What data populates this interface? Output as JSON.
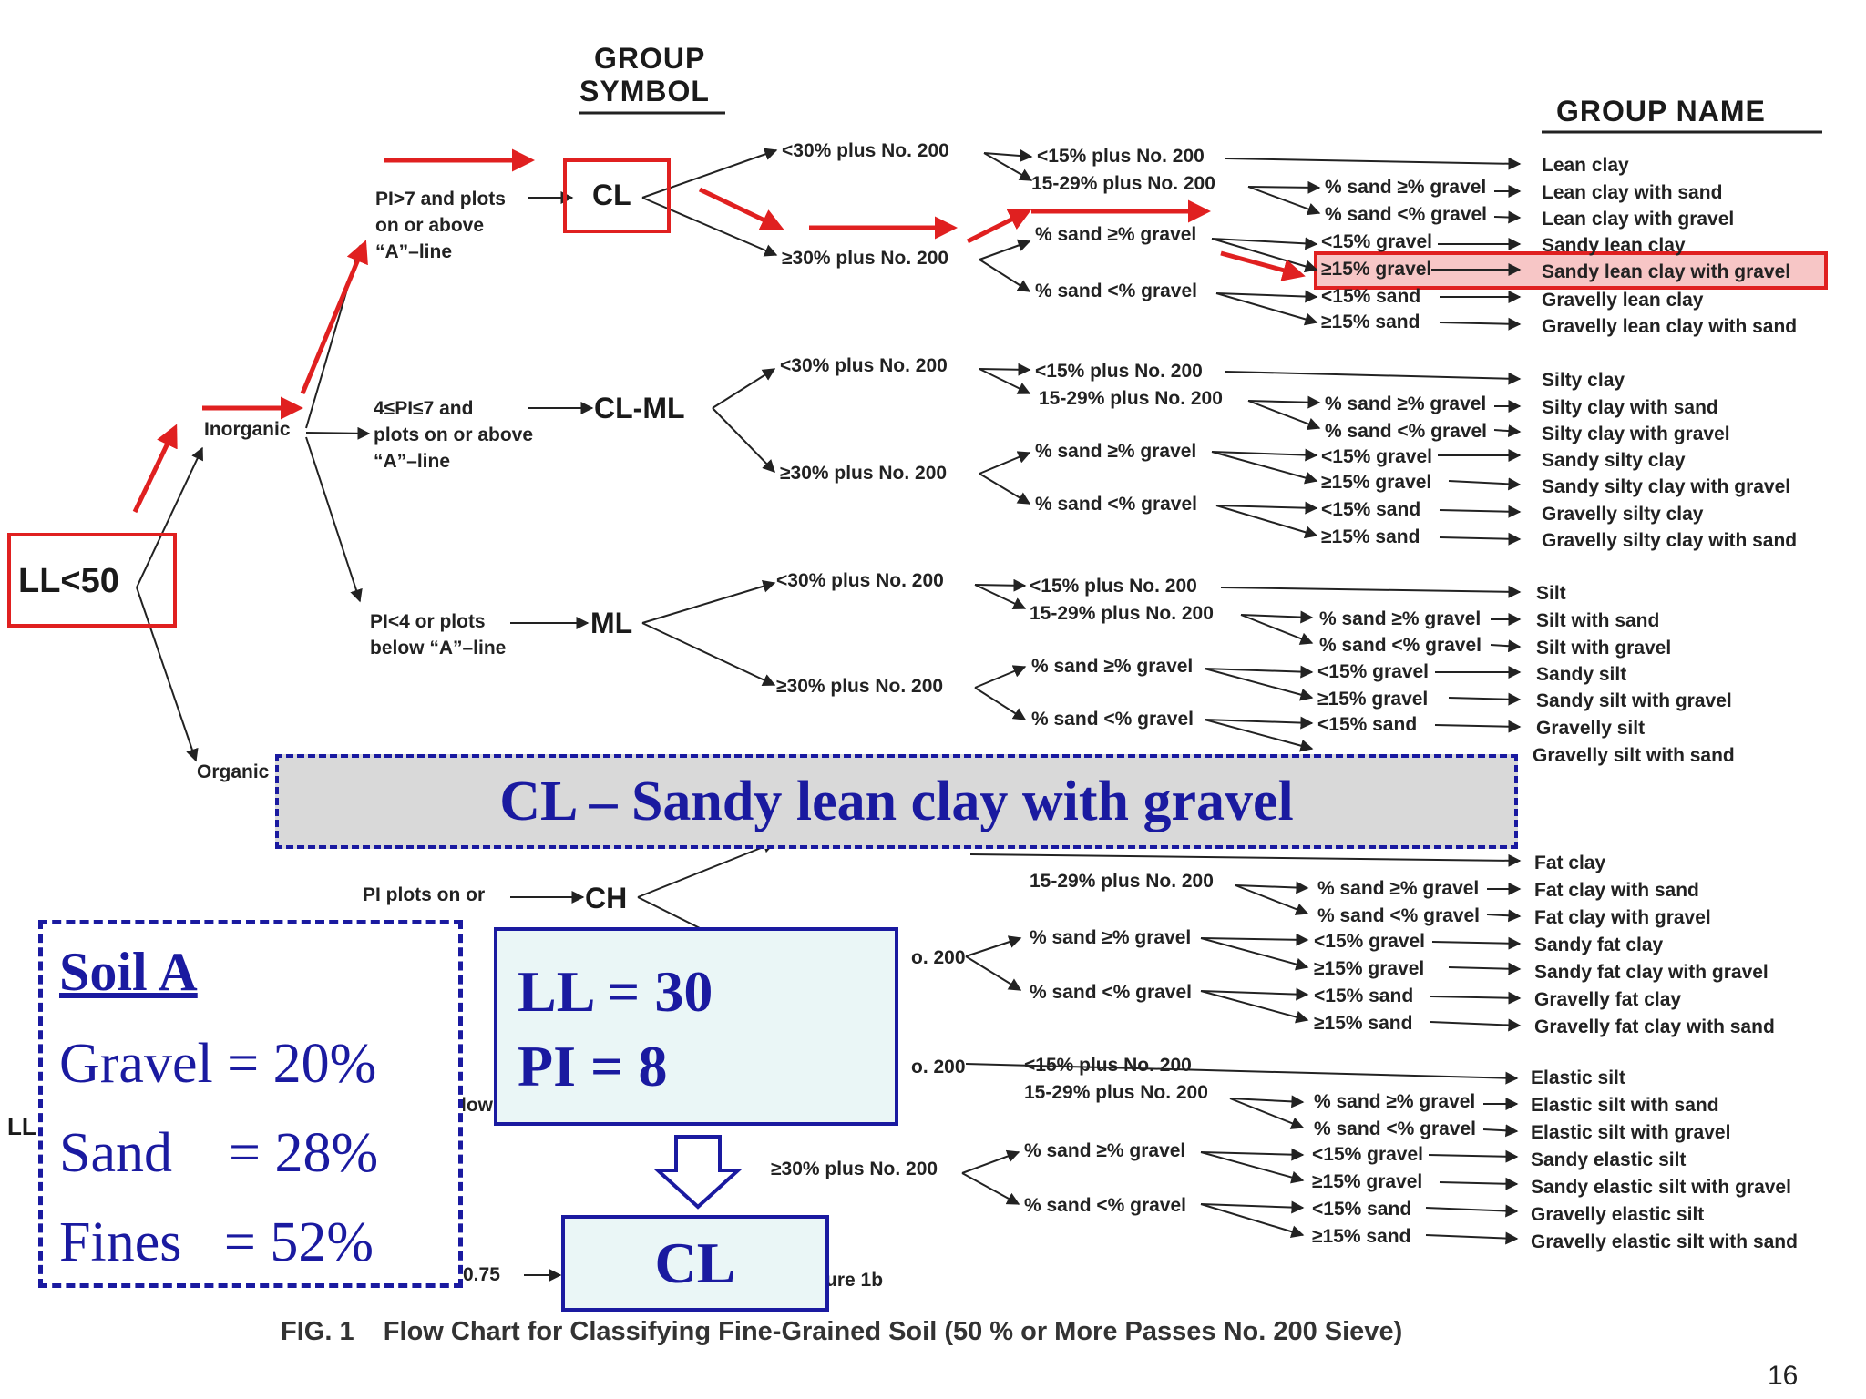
{
  "header": {
    "group_symbol_line1": "GROUP",
    "group_symbol_line2": "SYMBOL",
    "group_name": "GROUP NAME"
  },
  "start": {
    "ll_label": "LL<50",
    "ll_bottom_partial": "LL"
  },
  "branches": {
    "inorganic": "Inorganic",
    "organic": "Organic",
    "cl_cond": [
      "PI>7 and plots",
      "on or above",
      "“A”–line"
    ],
    "clml_cond": [
      "4≤PI≤7 and",
      "plots on or above",
      "“A”–line"
    ],
    "ml_cond": [
      "PI<4 or plots",
      "below “A”–line"
    ],
    "ch_cond": [
      "PI plots on or"
    ]
  },
  "symbols": {
    "cl": "CL",
    "clml": "CL-ML",
    "ml": "ML",
    "ch": "CH"
  },
  "conditions": {
    "lt30": "<30% plus No. 200",
    "ge30": "≥30% plus No. 200",
    "lt15": "<15% plus No. 200",
    "r15_29": "15-29% plus No. 200",
    "sand_ge_gravel": "% sand ≥% gravel",
    "sand_lt_gravel": "% sand <% gravel",
    "lt15_gravel": "<15% gravel",
    "ge15_gravel": "≥15% gravel",
    "lt15_sand": "<15% sand",
    "ge15_sand": "≥15% sand",
    "partial_200": "o. 200",
    "partial_ratio": "0.75",
    "partial_figure": "ure 1b",
    "partial_low": "low"
  },
  "group_names": {
    "cl": [
      "Lean clay",
      "Lean clay with sand",
      "Lean clay with gravel",
      "Sandy lean clay",
      "Sandy lean clay with gravel",
      "Gravelly lean clay",
      "Gravelly lean clay with sand"
    ],
    "clml": [
      "Silty clay",
      "Silty clay with sand",
      "Silty clay with gravel",
      "Sandy silty clay",
      "Sandy silty clay with gravel",
      "Gravelly silty clay",
      "Gravelly silty clay with sand"
    ],
    "ml": [
      "Silt",
      "Silt with sand",
      "Silt with gravel",
      "Sandy silt",
      "Sandy silt with gravel",
      "Gravelly silt",
      "Gravelly silt with sand"
    ],
    "ch": [
      "Fat clay",
      "Fat clay with sand",
      "Fat clay with gravel",
      "Sandy fat clay",
      "Sandy fat clay with gravel",
      "Gravelly fat clay",
      "Gravelly fat clay with sand"
    ],
    "mh": [
      "Elastic silt",
      "Elastic silt with sand",
      "Elastic silt with gravel",
      "Sandy elastic silt",
      "Sandy elastic silt with gravel",
      "Gravelly elastic silt",
      "Gravelly elastic silt with sand"
    ]
  },
  "result_banner": "CL – Sandy lean clay with gravel",
  "soil": {
    "title": "Soil A",
    "gravel": "Gravel = 20%",
    "sand": "Sand    = 28%",
    "fines": "Fines   = 52%"
  },
  "limits": {
    "ll": "LL = 30",
    "pi": "PI = 8"
  },
  "result_symbol": "CL",
  "caption": "FIG. 1    Flow Chart for Classifying Fine-Grained Soil (50 % or More Passes No. 200 Sieve)",
  "page_number": "16",
  "colors": {
    "highlight_red": "#e02020",
    "banner_blue": "#1a1aa0",
    "banner_bg": "#d9d9d9",
    "box_bg": "#eaf6f6",
    "name_highlight": "#f7c6c6"
  }
}
